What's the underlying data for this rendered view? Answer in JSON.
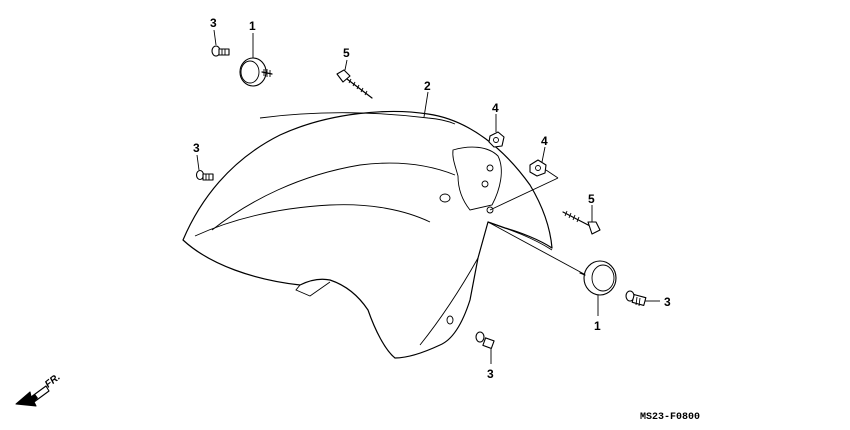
{
  "diagram": {
    "code": "MS23-F0800",
    "direction_label": "FR.",
    "callouts": {
      "reflector_top": "1",
      "reflector_right": "1",
      "fender": "2",
      "screw_top": "3",
      "screw_left": "3",
      "screw_bottom": "3",
      "screw_right": "3",
      "nut_upper": "4",
      "nut_lower": "4",
      "bolt_top": "5",
      "bolt_right": "5"
    }
  }
}
